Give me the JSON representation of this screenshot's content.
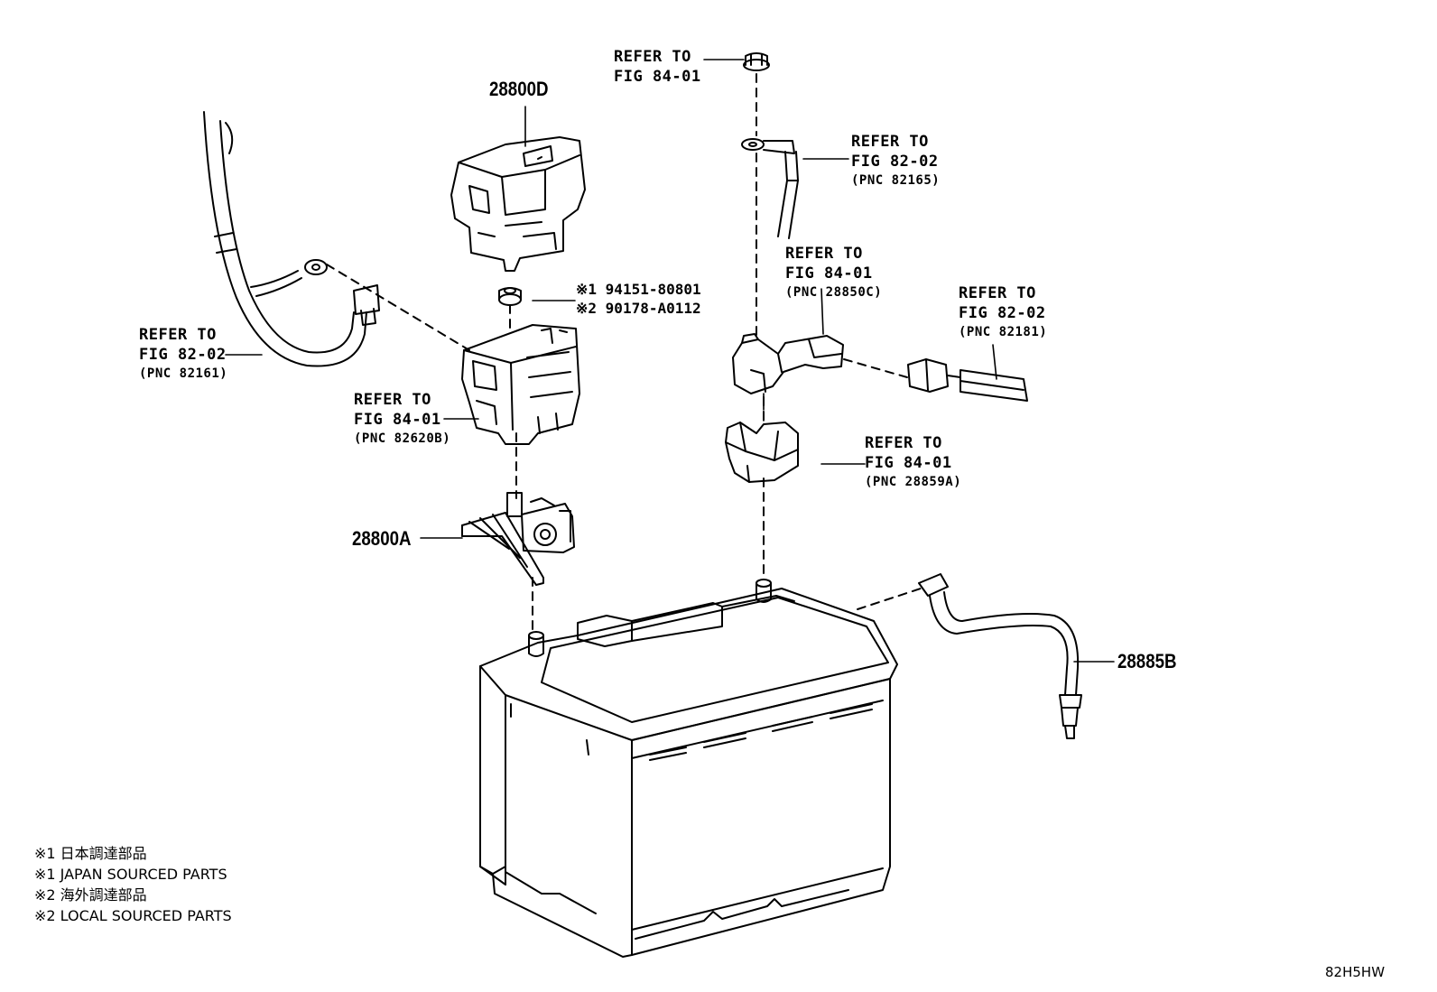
{
  "part_numbers": {
    "p28800D": "28800D",
    "p28800A": "28800A",
    "p28885B": "28885B"
  },
  "nut_parts": {
    "line1": "※1 94151-80801",
    "line2": "※2 90178-A0112"
  },
  "callouts": {
    "bolt_top": {
      "line1": "REFER TO",
      "line2": "FIG 84-01"
    },
    "ground_cable": {
      "line1": "REFER TO",
      "line2": "FIG 82-02",
      "pnc": "(PNC 82165)"
    },
    "positive_cable": {
      "line1": "REFER TO",
      "line2": "FIG 82-02",
      "pnc": "(PNC 82161)"
    },
    "fusible_block": {
      "line1": "REFER TO",
      "line2": "FIG 84-01",
      "pnc": "(PNC 82620B)"
    },
    "sensor_bracket": {
      "line1": "REFER TO",
      "line2": "FIG 84-01",
      "pnc": "(PNC 28850C)"
    },
    "sensor_wire": {
      "line1": "REFER TO",
      "line2": "FIG 82-02",
      "pnc": "(PNC 82181)"
    },
    "terminal_cover": {
      "line1": "REFER TO",
      "line2": "FIG 84-01",
      "pnc": "(PNC 28859A)"
    }
  },
  "notes": [
    "※1 日本調達部品",
    "※1 JAPAN SOURCED PARTS",
    "※2 海外調達部品",
    "※2 LOCAL SOURCED PARTS"
  ],
  "figure_code": "82H5HW"
}
